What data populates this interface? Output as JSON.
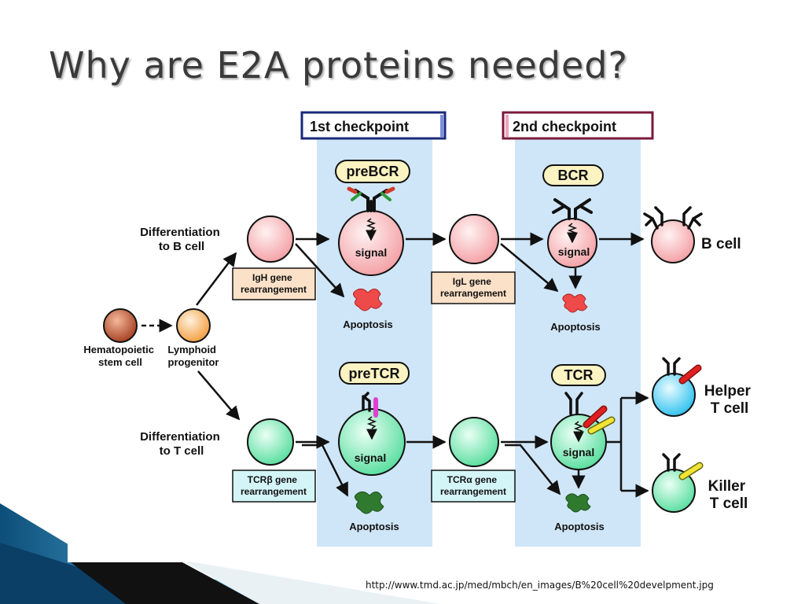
{
  "slide": {
    "title": "Why are E2A proteins needed?",
    "source_url": "http://www.tmd.ac.jp/med/mbch/en_images/B%20cell%20develpment.jpg"
  },
  "colors": {
    "checkpoint_band": "#cfe6f8",
    "b_lineage_cell": "#f6a7aa",
    "t_lineage_cell": "#79e3b1",
    "helper_cell": "#4fc9ee",
    "apoptosis_b": "#ef4a4a",
    "apoptosis_t": "#2f7a2f",
    "stem_cell": "#b04a2a",
    "progenitor_cell": "#f4a64c",
    "b_box_fill": "#fbe1c8",
    "t_box_fill": "#d4f5f8",
    "label_pill_fill": "#fbf3c2"
  },
  "checkpoints": {
    "first": "1st checkpoint",
    "second": "2nd checkpoint"
  },
  "receptors": {
    "pre_bcr": "preBCR",
    "bcr": "BCR",
    "pre_tcr": "preTCR",
    "tcr": "TCR"
  },
  "cells": {
    "stem": "Hematopoietic\nstem cell",
    "stem_lines": [
      "Hematopoietic",
      "stem cell"
    ],
    "progenitor_lines": [
      "Lymphoid",
      "progenitor"
    ],
    "b_cell": "B cell",
    "helper_lines": [
      "Helper",
      "T cell"
    ],
    "killer_lines": [
      "Killer",
      "T cell"
    ]
  },
  "lineages": {
    "b_lines": [
      "Differentiation",
      "to B cell"
    ],
    "t_lines": [
      "Differentiation",
      "to T cell"
    ]
  },
  "gene_boxes": {
    "igh_lines": [
      "IgH gene",
      "rearrangement"
    ],
    "igl_lines": [
      "IgL gene",
      "rearrangement"
    ],
    "tcrb_lines": [
      "TCRβ gene",
      "rearrangement"
    ],
    "tcra_lines": [
      "TCRα gene",
      "rearrangement"
    ]
  },
  "labels": {
    "signal": "signal",
    "apoptosis": "Apoptosis"
  }
}
